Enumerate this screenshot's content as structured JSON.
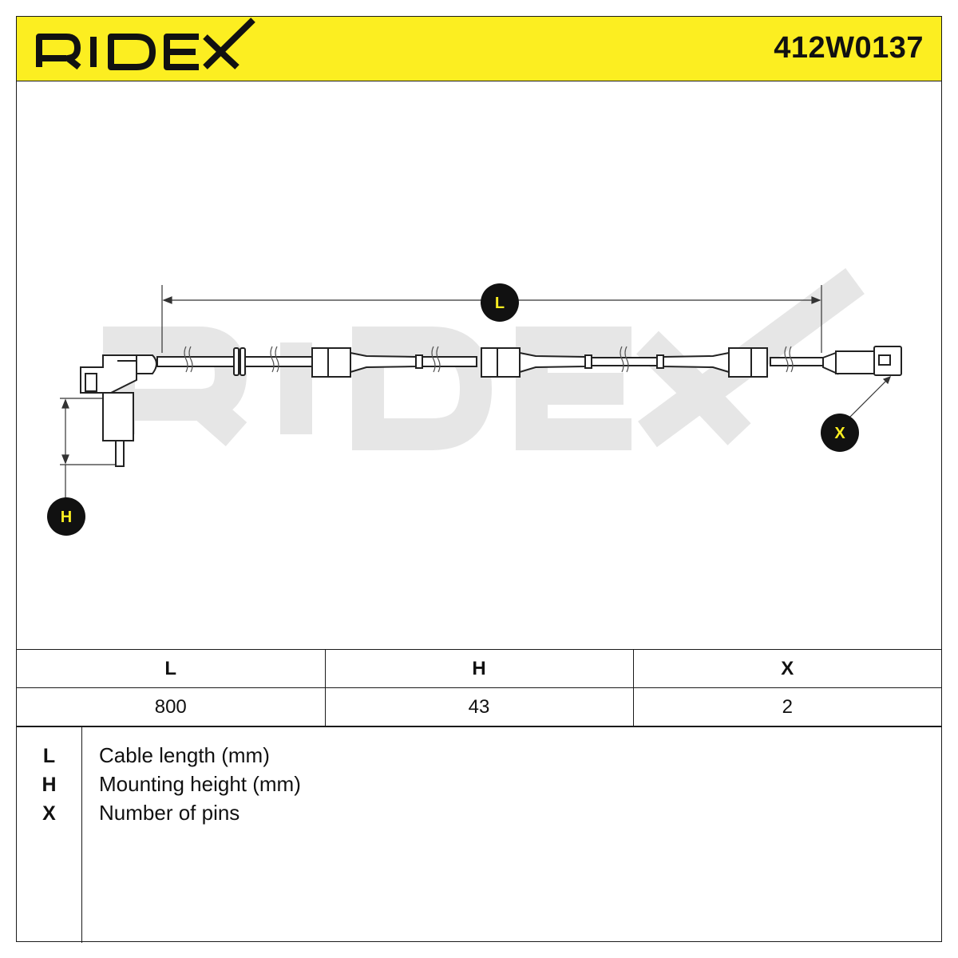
{
  "header": {
    "brand": "RIDEX",
    "part_number": "412W0137",
    "background_color": "#fcee21"
  },
  "diagram": {
    "watermark": "RIDEX",
    "callouts": {
      "length": "L",
      "height": "H",
      "pins": "X"
    }
  },
  "dimensions_table": {
    "headers": [
      "L",
      "H",
      "X"
    ],
    "values": [
      "800",
      "43",
      "2"
    ]
  },
  "legend": {
    "items": [
      {
        "key": "L",
        "description": "Cable length (mm)"
      },
      {
        "key": "H",
        "description": "Mounting height (mm)"
      },
      {
        "key": "X",
        "description": "Number of pins"
      }
    ]
  }
}
